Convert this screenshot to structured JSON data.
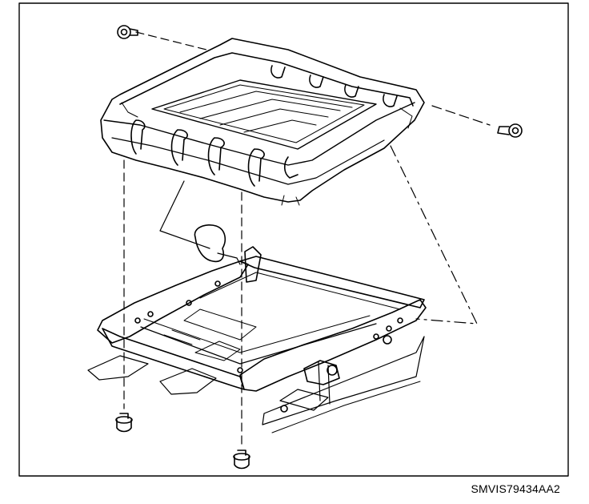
{
  "figure": {
    "caption": "SMVIS79434AA2"
  },
  "parts": {
    "seat_cushion": "seat-cushion-frame",
    "seat_frame": "seat-adjuster-frame",
    "fasteners": [
      "bolt-top-left",
      "bolt-top-right",
      "bolt-bottom-left",
      "bolt-bottom-center"
    ]
  },
  "colors": {
    "line": "#000000",
    "background": "#ffffff"
  }
}
